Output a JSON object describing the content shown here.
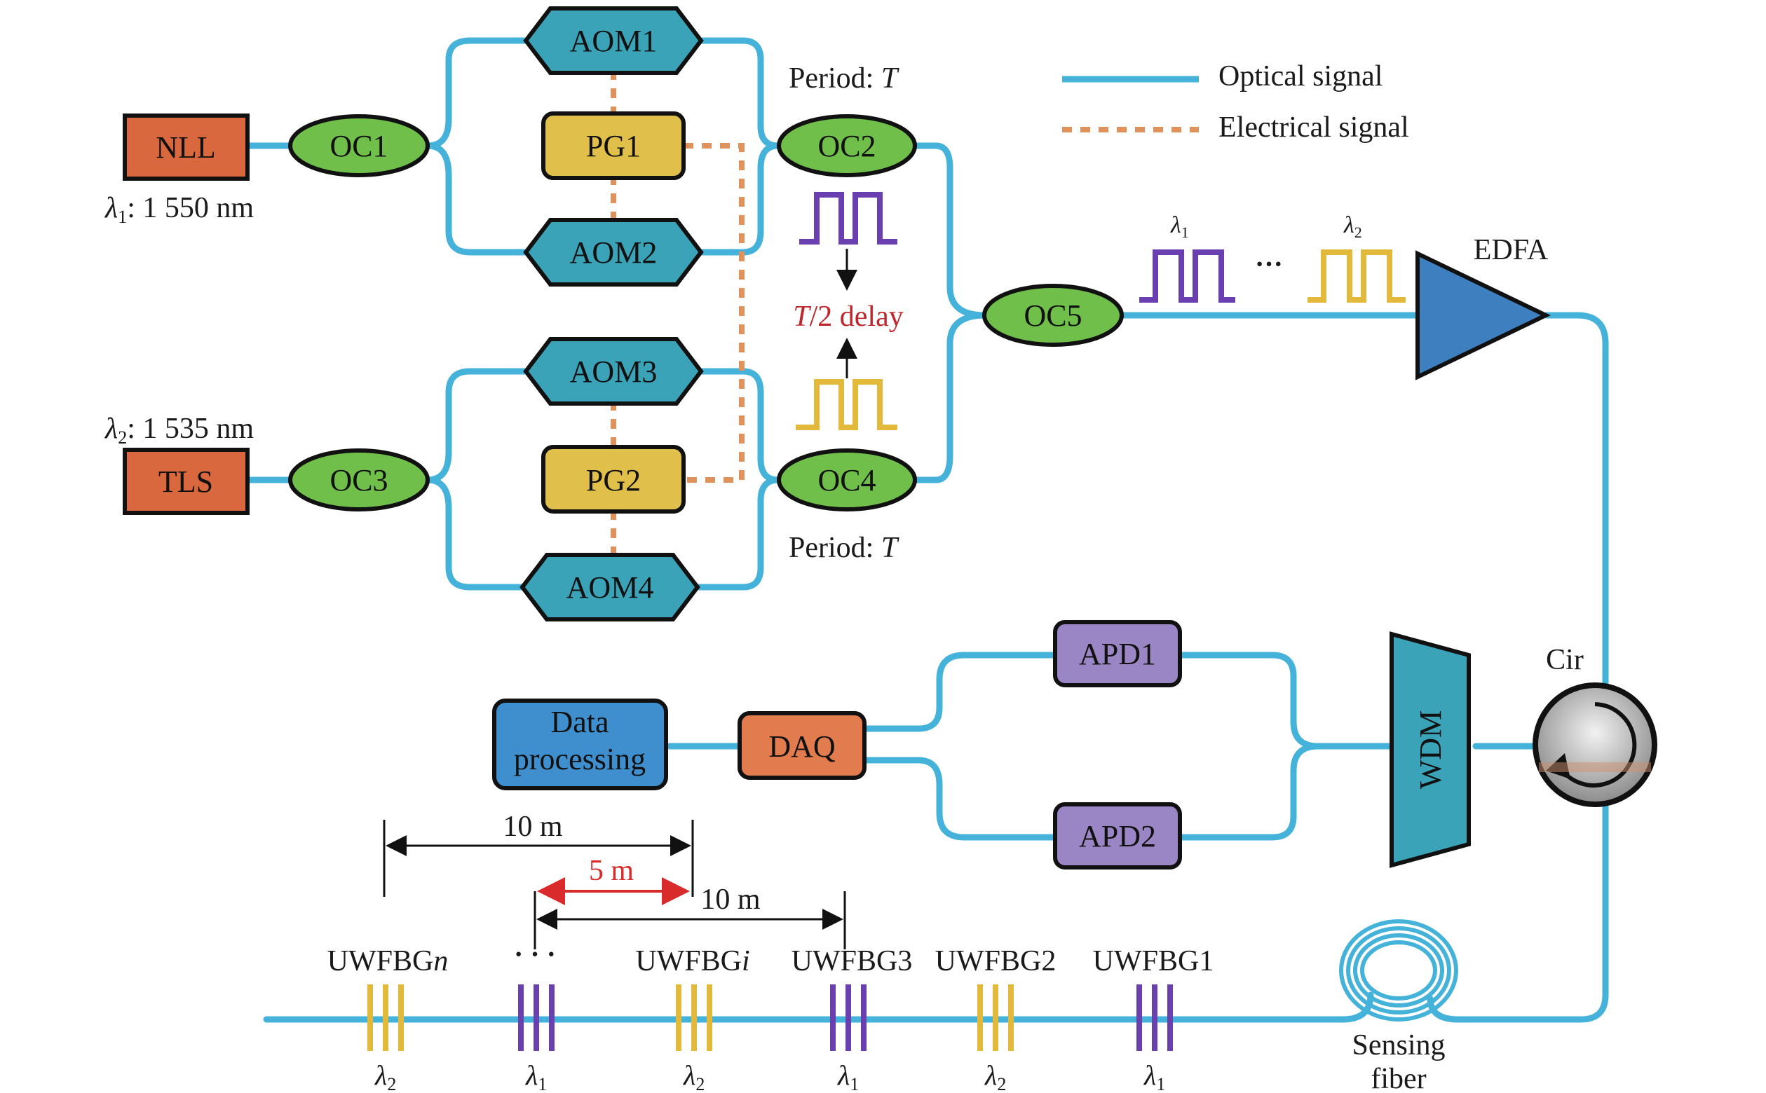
{
  "legend": {
    "optical": "Optical signal",
    "electrical": "Electrical signal"
  },
  "sources": {
    "nll": {
      "label": "NLL",
      "wavelength_sym": "λ",
      "wavelength_sub": "1",
      "wavelength_text": ": 1 550 nm"
    },
    "tls": {
      "label": "TLS",
      "wavelength_sym": "λ",
      "wavelength_sub": "2",
      "wavelength_text": ": 1 535 nm"
    }
  },
  "couplers": [
    "OC1",
    "OC2",
    "OC3",
    "OC4",
    "OC5"
  ],
  "modulators": [
    "AOM1",
    "AOM2",
    "AOM3",
    "AOM4"
  ],
  "pulse_generators": [
    "PG1",
    "PG2"
  ],
  "period_label": {
    "prefix": "Period: ",
    "var": "T"
  },
  "delay_label": {
    "var": "T",
    "text": "/2 delay"
  },
  "pulse_tags": {
    "lambda1_sym": "λ",
    "lambda1_sub": "1",
    "lambda2_sym": "λ",
    "lambda2_sub": "2",
    "ellipsis": "···"
  },
  "amplifier": "EDFA",
  "circulator": "Cir",
  "wdm": "WDM",
  "detectors": [
    "APD1",
    "APD2"
  ],
  "daq": "DAQ",
  "processing": {
    "line1": "Data",
    "line2": "processing"
  },
  "dimensions": {
    "d1": "10 m",
    "d2": "5 m",
    "d3": "10 m"
  },
  "gratings": [
    {
      "name": "UWFBG",
      "italic": "n",
      "lambda": "λ",
      "sub": "2",
      "color": "#e3b93b"
    },
    {
      "name": "",
      "italic": "",
      "ellipsis": "· · ·",
      "lambda": "λ",
      "sub": "1",
      "color": "#6a3fb0"
    },
    {
      "name": "UWFBG",
      "italic": "i",
      "lambda": "λ",
      "sub": "2",
      "color": "#e3b93b"
    },
    {
      "name": "UWFBG3",
      "italic": "",
      "lambda": "λ",
      "sub": "1",
      "color": "#6a3fb0"
    },
    {
      "name": "UWFBG2",
      "italic": "",
      "lambda": "λ",
      "sub": "2",
      "color": "#e3b93b"
    },
    {
      "name": "UWFBG1",
      "italic": "",
      "lambda": "λ",
      "sub": "1",
      "color": "#6a3fb0"
    }
  ],
  "sensing_fiber": {
    "line1": "Sensing",
    "line2": "fiber"
  },
  "colors": {
    "optical": "#45b3d9",
    "electrical": "#e0925c",
    "source_box": "#d9683f",
    "coupler": "#6fbf4a",
    "aom": "#3aa3b8",
    "pg": "#e0bf4a",
    "apd": "#9a86c4",
    "daq": "#e27b4e",
    "processing": "#3f8fcf",
    "edfa": "#3d7fbf",
    "wdm": "#3aa3b8",
    "pulse_purple": "#6a3fb0",
    "pulse_yellow": "#e3b93b",
    "delay_red": "#c0272d"
  }
}
